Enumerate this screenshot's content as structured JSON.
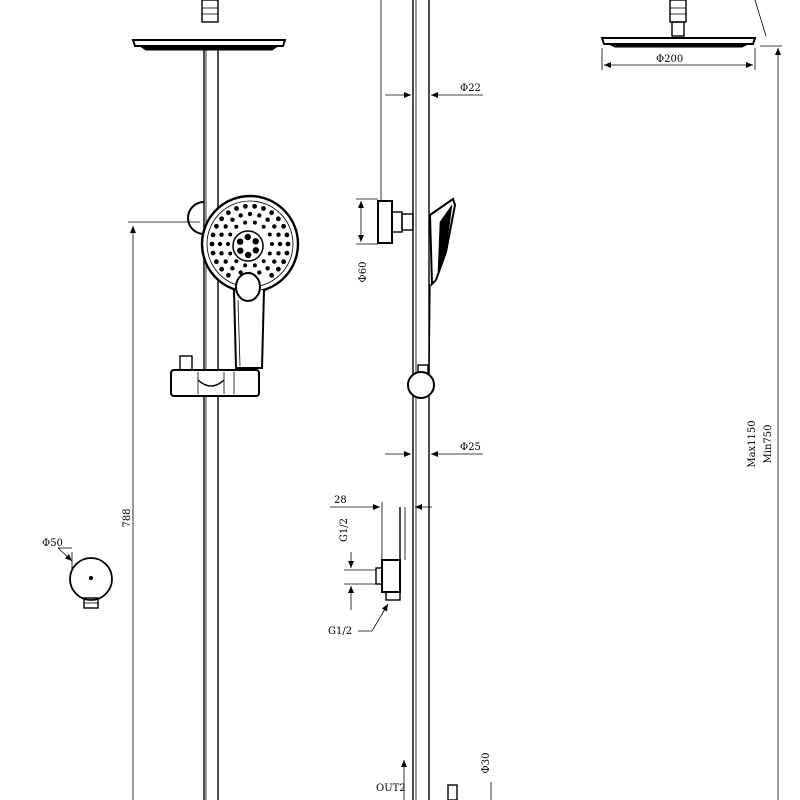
{
  "dimensions": {
    "head_diameter": "Φ200",
    "rail_top_diameter": "Φ22",
    "holder_diameter": "Φ60",
    "rail_diameter": "Φ25",
    "offset": "28",
    "thread_upper": "G1/2",
    "thread_lower": "G1/2",
    "bracket_diameter": "Φ50",
    "height": "788",
    "adjust_max": "Max1150",
    "adjust_min": "Min750",
    "outlet_label": "OUT2",
    "outlet_diameter": "Φ30"
  }
}
